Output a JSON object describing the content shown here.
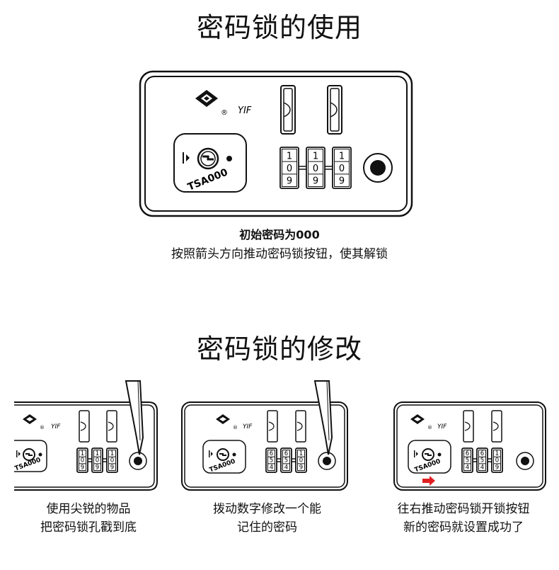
{
  "section1": {
    "title": "密码锁的使用",
    "lock": {
      "brand": "YIF",
      "registered_mark": "®",
      "tsa_text": "TSA000",
      "dials": [
        [
          "1",
          "0",
          "9"
        ],
        [
          "1",
          "0",
          "9"
        ],
        [
          "1",
          "0",
          "9"
        ]
      ]
    },
    "caption_bold": "初始密码为000",
    "caption": "按照箭头方向推动密码锁按钮，使其解锁"
  },
  "section2": {
    "title": "密码锁的修改",
    "panels": [
      {
        "dials": [
          [
            "1",
            "0",
            "9"
          ],
          [
            "1",
            "0",
            "9"
          ],
          [
            "1",
            "0",
            "9"
          ]
        ],
        "caption_lines": [
          "使用尖锐的物品",
          "把密码锁孔戳到底"
        ]
      },
      {
        "dials": [
          [
            "6",
            "5",
            "4"
          ],
          [
            "6",
            "5",
            "4"
          ],
          [
            "1",
            "0",
            "9"
          ]
        ],
        "caption_lines": [
          "拨动数字修改一个能",
          "记住的密码"
        ]
      },
      {
        "dials": [
          [
            "6",
            "5",
            "4"
          ],
          [
            "6",
            "5",
            "4"
          ],
          [
            "1",
            "0",
            "9"
          ]
        ],
        "caption_lines": [
          "往右推动密码锁开锁按钮",
          "新的密码就设置成功了"
        ]
      }
    ],
    "arrow_color": "#e02020"
  }
}
